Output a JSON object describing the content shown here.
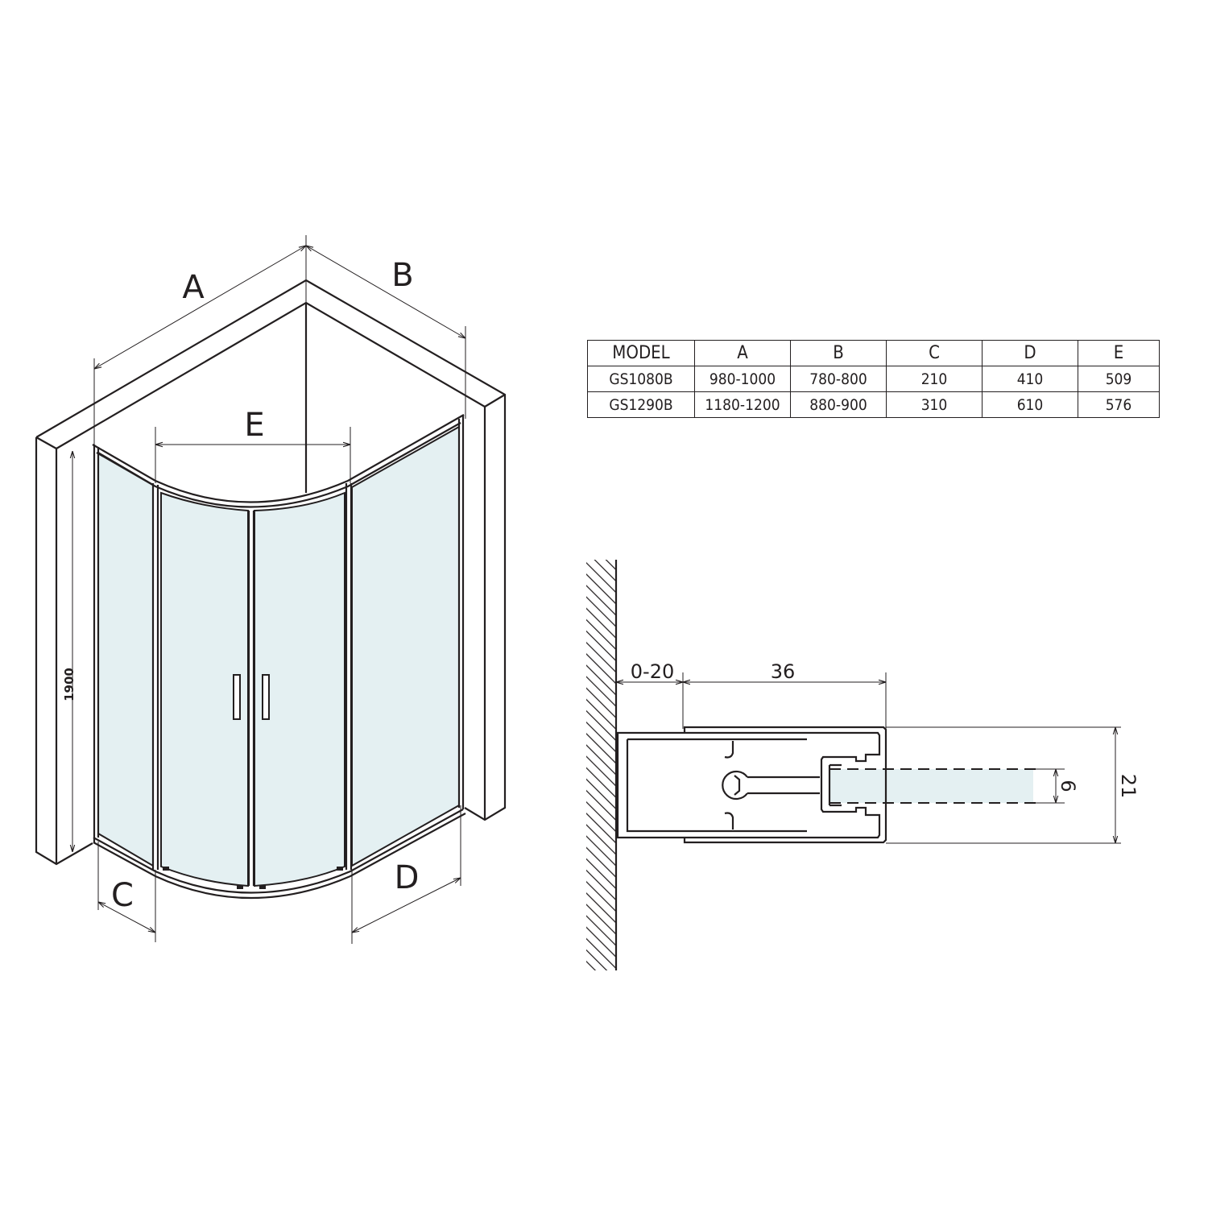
{
  "colors": {
    "line": "#231f20",
    "glass": "#e4f0f2",
    "background": "#ffffff"
  },
  "enclosure_drawing": {
    "labels": {
      "a": "A",
      "b": "B",
      "c": "C",
      "d": "D",
      "e": "E",
      "height": "1900"
    }
  },
  "spec_table": {
    "headers": [
      "MODEL",
      "A",
      "B",
      "C",
      "D",
      "E"
    ],
    "rows": [
      [
        "GS1080B",
        "980-1000",
        "780-800",
        "210",
        "410",
        "509"
      ],
      [
        "GS1290B",
        "1180-1200",
        "880-900",
        "310",
        "610",
        "576"
      ]
    ]
  },
  "profile_section": {
    "adjustment": "0-20",
    "profile_depth": "36",
    "glass_thickness": "6",
    "profile_width": "21"
  }
}
